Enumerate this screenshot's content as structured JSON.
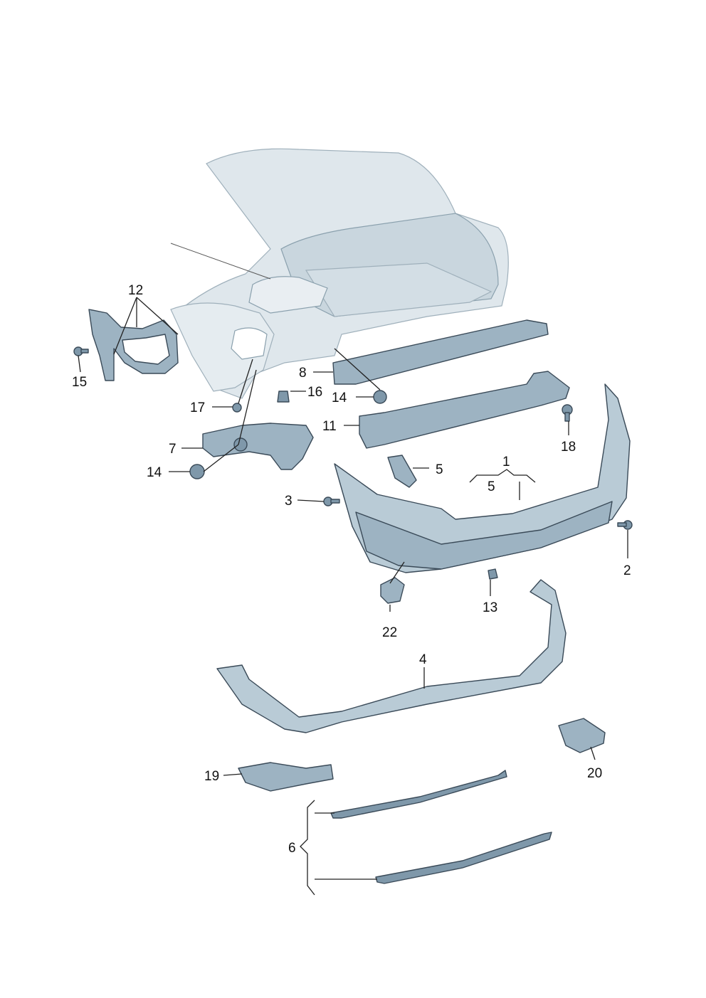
{
  "callouts": [
    {
      "id": "c1",
      "label": "1"
    },
    {
      "id": "c2",
      "label": "2"
    },
    {
      "id": "c3",
      "label": "3"
    },
    {
      "id": "c4",
      "label": "4"
    },
    {
      "id": "c5a",
      "label": "5"
    },
    {
      "id": "c5b",
      "label": "5"
    },
    {
      "id": "c6",
      "label": "6"
    },
    {
      "id": "c7",
      "label": "7"
    },
    {
      "id": "c8",
      "label": "8"
    },
    {
      "id": "c11",
      "label": "11"
    },
    {
      "id": "c12",
      "label": "12"
    },
    {
      "id": "c13",
      "label": "13"
    },
    {
      "id": "c14a",
      "label": "14"
    },
    {
      "id": "c14b",
      "label": "14"
    },
    {
      "id": "c15",
      "label": "15"
    },
    {
      "id": "c16",
      "label": "16"
    },
    {
      "id": "c17",
      "label": "17"
    },
    {
      "id": "c18",
      "label": "18"
    },
    {
      "id": "c19",
      "label": "19"
    },
    {
      "id": "c20",
      "label": "20"
    },
    {
      "id": "c22",
      "label": "22"
    }
  ],
  "colors": {
    "part_fill": "#9db3c2",
    "body_fill": "#dfe7ec",
    "line": "#222222"
  }
}
